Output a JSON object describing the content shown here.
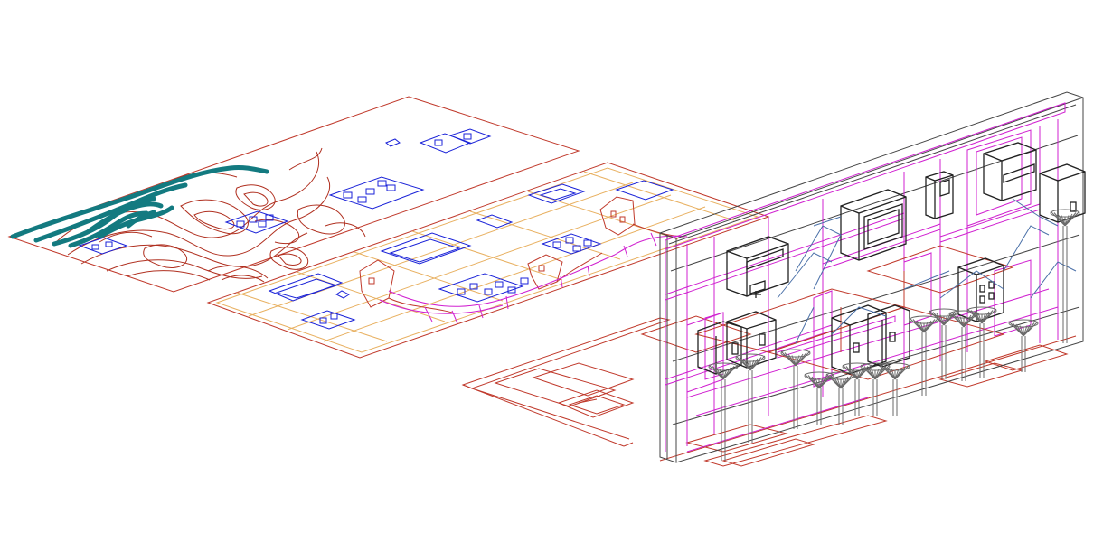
{
  "drawing": {
    "colors": {
      "background": "#ffffff",
      "site_outline": "#c0392b",
      "contour": "#b03020",
      "water": "#137a80",
      "building_blue": "#1a22d8",
      "grid_orange": "#e8b060",
      "magenta": "#d020d0",
      "structure": "#444444",
      "tree": "#6a6a6a",
      "steel_blue": "#4a70a8"
    },
    "layers": [
      {
        "name": "site-plan-layer",
        "kind": "site plan with contours"
      },
      {
        "name": "floor-plan-layer",
        "kind": "floor plan with grid"
      },
      {
        "name": "axonometric-model",
        "kind": "3D wireframe model"
      }
    ]
  }
}
